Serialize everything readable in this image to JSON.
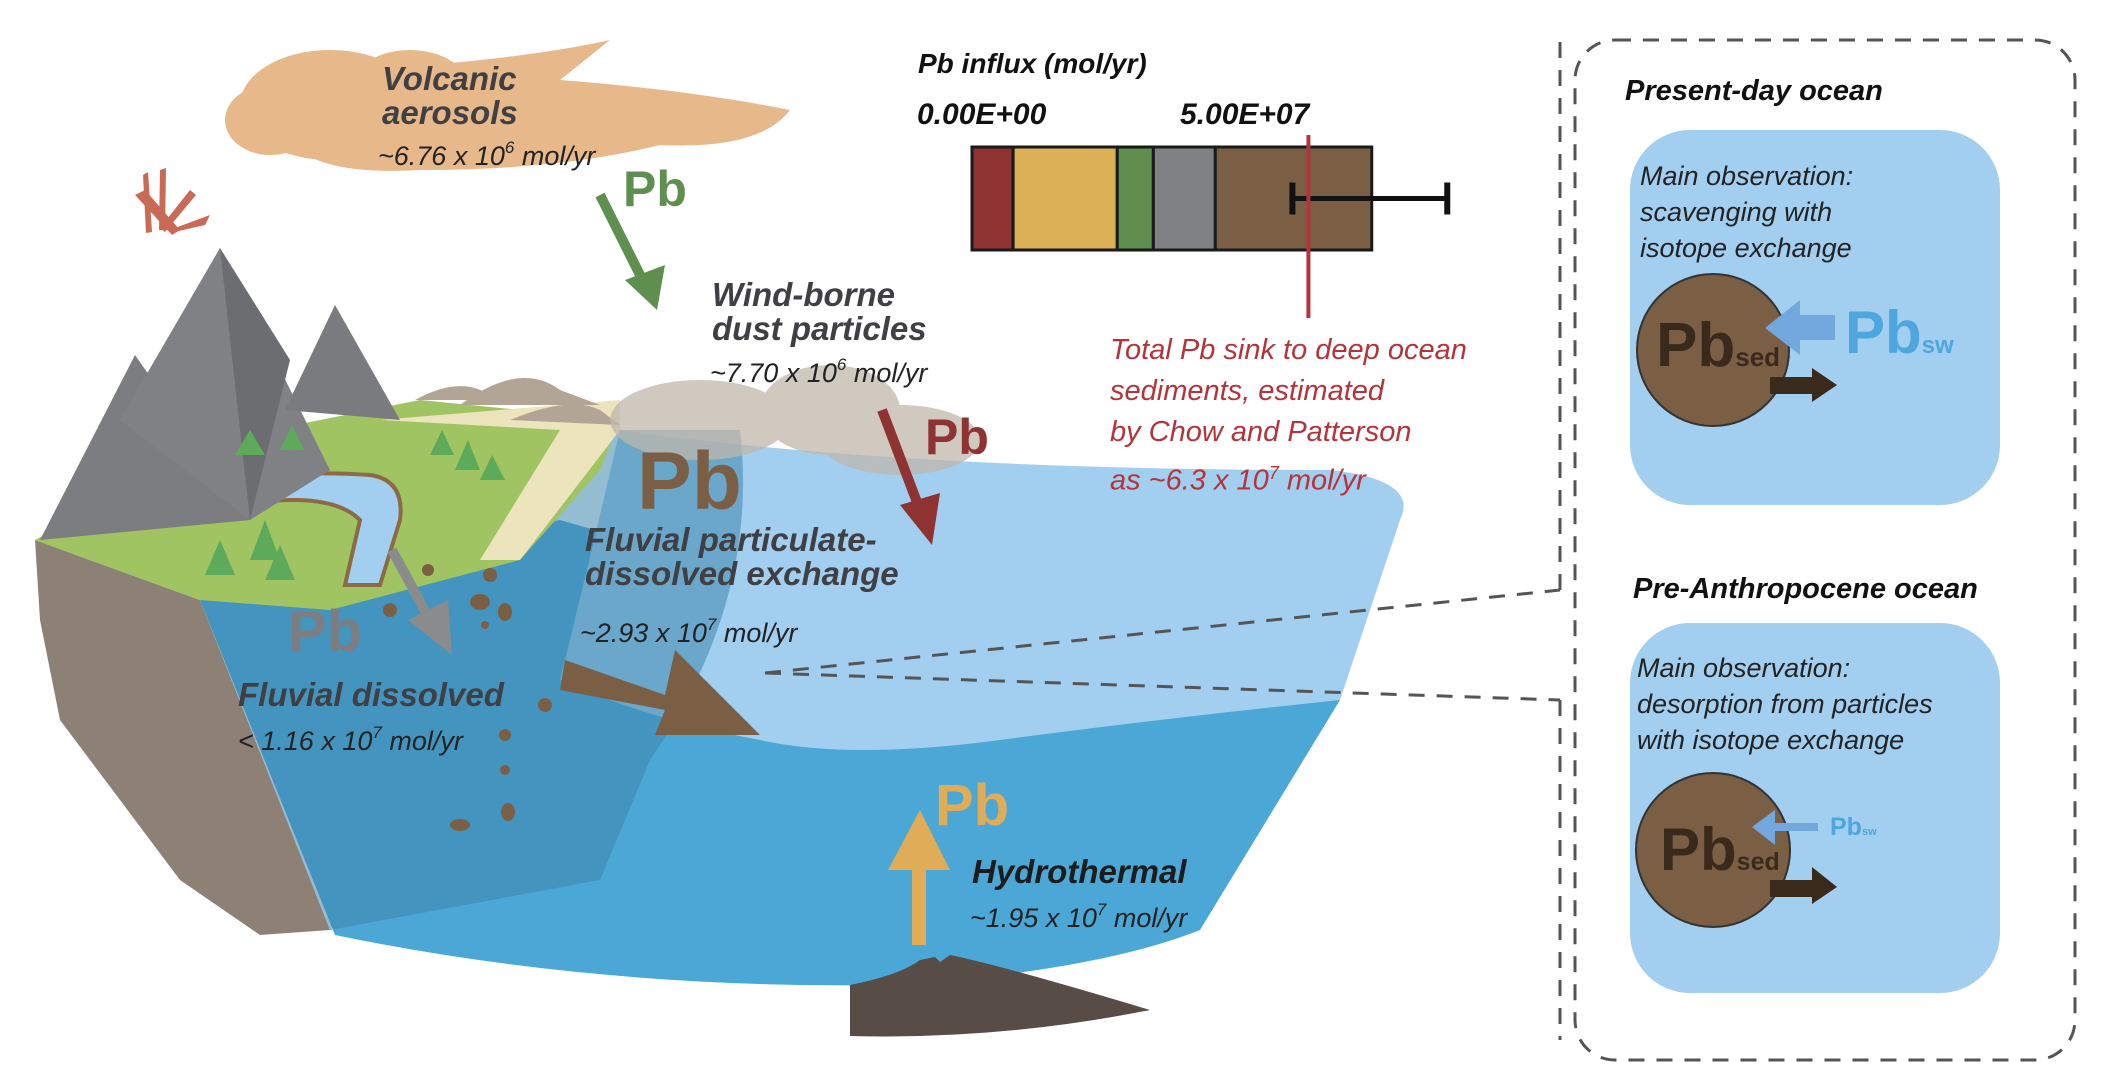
{
  "colors": {
    "dust": "#8e3232",
    "hydrothermal": "#dbb057",
    "volcanic": "#5f8f4f",
    "fluvial_dissolved": "#808184",
    "fluvial_particulate": "#7a5f44",
    "sink_line": "#b3343a",
    "ocean_light": "#a2cff0",
    "ocean_deep": "#4ba7d6",
    "panel_bg": "#a2cff0",
    "pbsw_text": "#4ea6de",
    "pbsed_circle": "#7a5f44"
  },
  "sources": {
    "volcanic": {
      "title_line1": "Volcanic",
      "title_line2": "aerosols",
      "flux_prefix": "~6.76 x 10",
      "flux_exp": "6",
      "flux_unit": " mol/yr",
      "pb": "Pb"
    },
    "dust": {
      "title_line1": "Wind-borne",
      "title_line2": "dust particles",
      "flux_prefix": "~7.70 x 10",
      "flux_exp": "6",
      "flux_unit": " mol/yr",
      "pb": "Pb"
    },
    "fluvial_particulate": {
      "title_line1": "Fluvial particulate-",
      "title_line2": "dissolved exchange",
      "flux_prefix": "~2.93 x 10",
      "flux_exp": "7",
      "flux_unit": " mol/yr",
      "pb": "Pb"
    },
    "fluvial_dissolved": {
      "title": "Fluvial dissolved",
      "flux_prefix": "< 1.16 x 10",
      "flux_exp": "7",
      "flux_unit": " mol/yr",
      "pb": "Pb"
    },
    "hydrothermal": {
      "title": "Hydrothermal",
      "flux_prefix": "~1.95 x 10",
      "flux_exp": "7",
      "flux_unit": " mol/yr",
      "pb": "Pb"
    }
  },
  "sink_note": {
    "line1": "Total Pb sink to deep ocean",
    "line2": "sediments, estimated",
    "line3": "by Chow and Patterson",
    "line4_prefix": "as ~6.3 x 10",
    "line4_exp": "7",
    "line4_unit": " mol/yr"
  },
  "panels": {
    "present": {
      "title": "Present-day ocean",
      "obs1": "Main observation:",
      "obs2": "scavenging with",
      "obs3": "isotope exchange",
      "pbsed": "Pb",
      "pbsed_sub": "sed",
      "pbsw": "Pb",
      "pbsw_sub": "sw"
    },
    "pre": {
      "title": "Pre-Anthropocene ocean",
      "obs1": "Main observation:",
      "obs2": "desorption from particles",
      "obs3": "with isotope exchange",
      "pbsed": "Pb",
      "pbsed_sub": "sed",
      "pbsw": "Pb",
      "pbsw_sub": "sw"
    }
  },
  "chart_data": {
    "type": "bar",
    "title": "Pb influx (mol/yr)",
    "orientation": "horizontal-stacked",
    "tick_labels": [
      "0.00E+00",
      "5.00E+07"
    ],
    "xlim": [
      0,
      75000000
    ],
    "series": [
      {
        "name": "Wind-borne dust particles",
        "value": 7700000,
        "color": "#8e3232"
      },
      {
        "name": "Hydrothermal",
        "value": 19500000,
        "color": "#dbb057"
      },
      {
        "name": "Volcanic aerosols",
        "value": 6760000,
        "color": "#5f8f4f"
      },
      {
        "name": "Fluvial dissolved",
        "value": 11600000,
        "color": "#808184"
      },
      {
        "name": "Fluvial particulate-dissolved exchange",
        "value": 29300000,
        "color": "#7a5f44"
      }
    ],
    "total_sink_marker": 63000000,
    "error_bar": {
      "low": 60000000,
      "high": 89000000
    }
  }
}
